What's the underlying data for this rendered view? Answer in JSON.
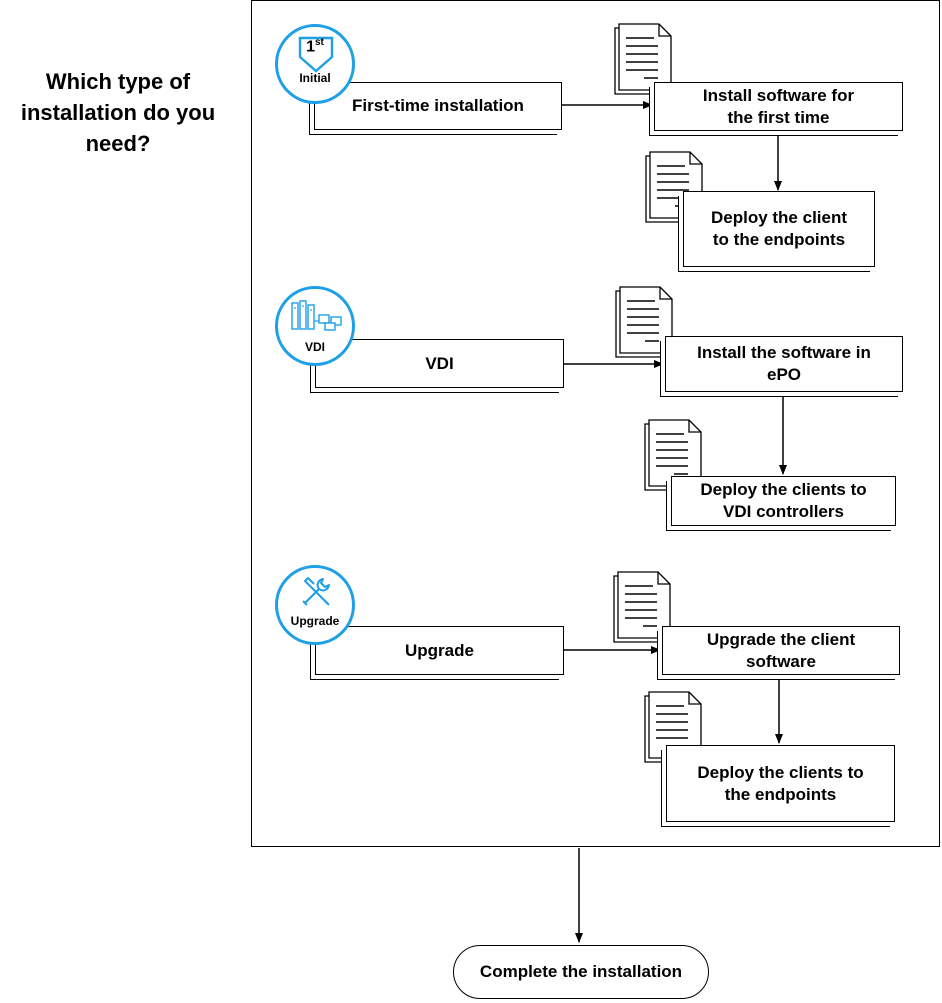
{
  "question": "Which type of\ninstallation do you\nneed?",
  "paths": {
    "initial": {
      "badge_label": "Initial",
      "badge_sup": "st",
      "badge_number": "1",
      "choice": "First-time installation",
      "step1": "Install software for\nthe first time",
      "step2": "Deploy the client\nto the endpoints"
    },
    "vdi": {
      "badge_label": "VDI",
      "choice": "VDI",
      "step1": "Install the software in\nePO",
      "step2": "Deploy the clients to\nVDI controllers"
    },
    "upgrade": {
      "badge_label": "Upgrade",
      "choice": "Upgrade",
      "step1": "Upgrade the client\nsoftware",
      "step2": "Deploy the clients to\nthe endpoints"
    }
  },
  "final_step": "Complete the installation",
  "colors": {
    "accent": "#1ea0e6",
    "line": "#000000"
  },
  "icons": [
    "first-install-icon",
    "vdi-servers-icon",
    "tools-icon",
    "document-icon"
  ]
}
